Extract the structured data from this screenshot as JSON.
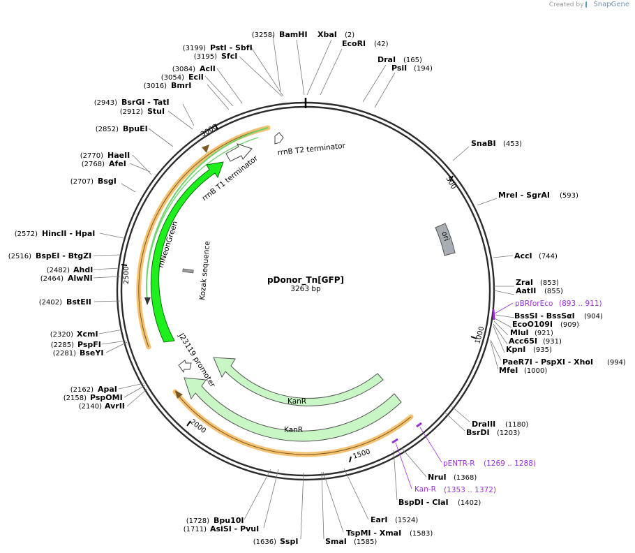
{
  "credit": {
    "created_by": "Created by",
    "brand": "SnapGene"
  },
  "plasmid": {
    "name": "pDonor_Tn[GFP]",
    "size_label": "3263 bp",
    "length": 3263
  },
  "ticks": [
    {
      "pos": 500,
      "label": "500"
    },
    {
      "pos": 1000,
      "label": "1000"
    },
    {
      "pos": 1500,
      "label": "1500"
    },
    {
      "pos": 2000,
      "label": "2000"
    },
    {
      "pos": 2500,
      "label": "2500"
    },
    {
      "pos": 3000,
      "label": "3000"
    }
  ],
  "features": [
    {
      "name": "rrnB T2 terminator",
      "color": "#ffffff"
    },
    {
      "name": "rrnB T1 terminator",
      "color": "#ffffff"
    },
    {
      "name": "mNeonGreen",
      "color": "#1ef01e"
    },
    {
      "name": "Kozak sequence",
      "color": "#a0a0a0"
    },
    {
      "name": "J23119 promoter",
      "color": "#ffffff"
    },
    {
      "name": "KanR",
      "color": "#c8f7c5"
    },
    {
      "name": "KanR",
      "color": "#c8f7c5"
    },
    {
      "name": "ori",
      "color": "#a8adb3"
    }
  ],
  "sites": [
    {
      "name": "BamHI",
      "pos": "(3258)"
    },
    {
      "name": "XbaI",
      "pos": "(2)"
    },
    {
      "name": "EcoRI",
      "pos": "(42)"
    },
    {
      "name": "DraI",
      "pos": "(165)"
    },
    {
      "name": "PsiI",
      "pos": "(194)"
    },
    {
      "name": "SnaBI",
      "pos": "(453)"
    },
    {
      "name": "MreI - SgrAI",
      "pos": "(593)"
    },
    {
      "name": "AccI",
      "pos": "(744)"
    },
    {
      "name": "ZraI",
      "pos": "(853)"
    },
    {
      "name": "AatII",
      "pos": "(855)"
    },
    {
      "name": "BssSI - BssSαI",
      "pos": "(904)"
    },
    {
      "name": "EcoO109I",
      "pos": "(909)"
    },
    {
      "name": "MluI",
      "pos": "(921)"
    },
    {
      "name": "Acc65I",
      "pos": "(931)"
    },
    {
      "name": "KpnI",
      "pos": "(935)"
    },
    {
      "name": "PaeR7I - PspXI - XhoI",
      "pos": "(994)"
    },
    {
      "name": "MfeI",
      "pos": "(1000)"
    },
    {
      "name": "DraIII",
      "pos": "(1180)"
    },
    {
      "name": "BsrDI",
      "pos": "(1203)"
    },
    {
      "name": "NruI",
      "pos": "(1368)"
    },
    {
      "name": "BspDI - ClaI",
      "pos": "(1402)"
    },
    {
      "name": "EarI",
      "pos": "(1524)"
    },
    {
      "name": "TspMI - XmaI",
      "pos": "(1583)"
    },
    {
      "name": "SmaI",
      "pos": "(1585)"
    },
    {
      "name": "SspI",
      "pos": "(1636)"
    },
    {
      "name": "Bpu10I",
      "pos": "(1728)"
    },
    {
      "name": "AsiSI - PvuI",
      "pos": "(1711)"
    },
    {
      "name": "AvrII",
      "pos": "(2140)"
    },
    {
      "name": "PspOMI",
      "pos": "(2158)"
    },
    {
      "name": "ApaI",
      "pos": "(2162)"
    },
    {
      "name": "BseYI",
      "pos": "(2281)"
    },
    {
      "name": "PspFI",
      "pos": "(2285)"
    },
    {
      "name": "XcmI",
      "pos": "(2320)"
    },
    {
      "name": "BstEII",
      "pos": "(2402)"
    },
    {
      "name": "AlwNI",
      "pos": "(2464)"
    },
    {
      "name": "AhdI",
      "pos": "(2482)"
    },
    {
      "name": "BspEI - BtgZI",
      "pos": "(2516)"
    },
    {
      "name": "HincII - HpaI",
      "pos": "(2572)"
    },
    {
      "name": "BsgI",
      "pos": "(2707)"
    },
    {
      "name": "AfeI",
      "pos": "(2768)"
    },
    {
      "name": "HaeII",
      "pos": "(2770)"
    },
    {
      "name": "BpuEI",
      "pos": "(2852)"
    },
    {
      "name": "StuI",
      "pos": "(2912)"
    },
    {
      "name": "BsrGI - TatI",
      "pos": "(2943)"
    },
    {
      "name": "BmrI",
      "pos": "(3016)"
    },
    {
      "name": "EciI",
      "pos": "(3054)"
    },
    {
      "name": "AclI",
      "pos": "(3084)"
    },
    {
      "name": "SfcI",
      "pos": "(3195)"
    },
    {
      "name": "PstI - SbfI",
      "pos": "(3199)"
    }
  ],
  "primers": [
    {
      "name": "pBRforEco",
      "range": "(893 .. 911)"
    },
    {
      "name": "pENTR-R",
      "range": "(1269 .. 1288)"
    },
    {
      "name": "Kan-R",
      "range": "(1353 .. 1372)"
    }
  ],
  "colors": {
    "primer": "#9b30d9",
    "orange_highlight": "#f5c170",
    "backbone": "#2b2b2b"
  }
}
